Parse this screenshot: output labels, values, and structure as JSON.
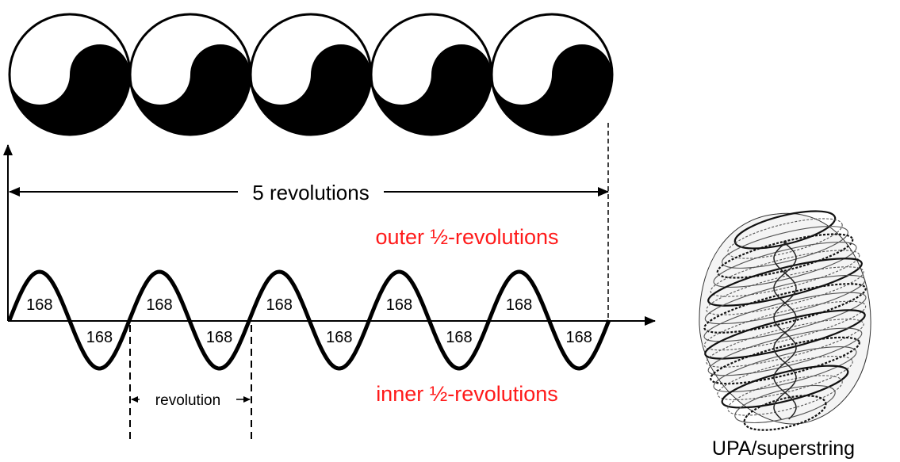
{
  "diagram": {
    "revolutions_label": "5 revolutions",
    "outer_label": "outer ½-revolutions",
    "inner_label": "inner ½-revolutions",
    "revolution_label": "revolution",
    "upa_label": "UPA/superstring",
    "half_wave_value": "168",
    "yin_yang_count": 5,
    "wave_cycles": 5,
    "accent_color": "#ff1a1a"
  }
}
